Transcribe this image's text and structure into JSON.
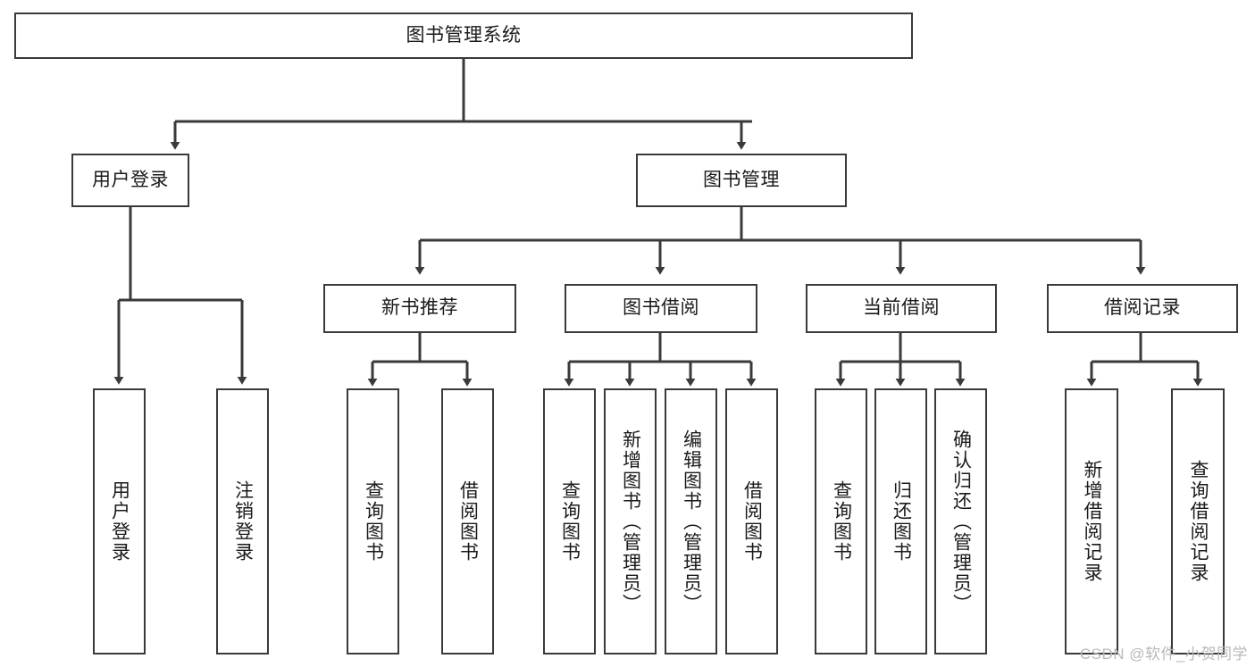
{
  "diagram": {
    "type": "tree",
    "title": "图书管理系统",
    "root": {
      "id": "root",
      "label": "图书管理系统"
    },
    "level1": [
      {
        "id": "user-login",
        "label": "用户登录"
      },
      {
        "id": "book-management",
        "label": "图书管理"
      }
    ],
    "level2": [
      {
        "id": "new-book-recommend",
        "label": "新书推荐",
        "parent": "book-management"
      },
      {
        "id": "book-borrow",
        "label": "图书借阅",
        "parent": "book-management"
      },
      {
        "id": "current-borrow",
        "label": "当前借阅",
        "parent": "book-management"
      },
      {
        "id": "borrow-record",
        "label": "借阅记录",
        "parent": "book-management"
      }
    ],
    "leaves": {
      "user-login": [
        {
          "id": "leaf-user-login",
          "label": "用户登录"
        },
        {
          "id": "leaf-logout-login",
          "label": "注销登录"
        }
      ],
      "new-book-recommend": [
        {
          "id": "leaf-query-book-1",
          "label": "查询图书"
        },
        {
          "id": "leaf-borrow-book-1",
          "label": "借阅图书"
        }
      ],
      "book-borrow": [
        {
          "id": "leaf-query-book-2",
          "label": "查询图书"
        },
        {
          "id": "leaf-add-book-admin",
          "label": "新增图书（管理员）"
        },
        {
          "id": "leaf-edit-book-admin",
          "label": "编辑图书（管理员）"
        },
        {
          "id": "leaf-borrow-book-2",
          "label": "借阅图书"
        }
      ],
      "current-borrow": [
        {
          "id": "leaf-query-book-3",
          "label": "查询图书"
        },
        {
          "id": "leaf-return-book",
          "label": "归还图书"
        },
        {
          "id": "leaf-confirm-return-admin",
          "label": "确认归还（管理员）"
        }
      ],
      "borrow-record": [
        {
          "id": "leaf-add-borrow-record",
          "label": "新增借阅记录"
        },
        {
          "id": "leaf-query-borrow-record",
          "label": "查询借阅记录"
        }
      ]
    },
    "colors": {
      "background": "#ffffff",
      "node_fill": "#ffffff",
      "node_stroke": "#3a3a3a",
      "edge_stroke": "#3a3a3a",
      "text": "#1a1a1a",
      "watermark": "#b9b9b9"
    },
    "watermark": "CSDN @软件_小贺同学"
  }
}
